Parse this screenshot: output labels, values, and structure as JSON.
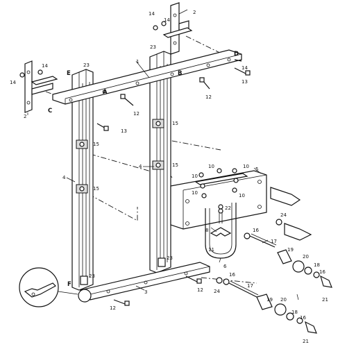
{
  "diagram": {
    "letter_callouts": [
      "A",
      "B",
      "C",
      "D",
      "E",
      "F"
    ],
    "part_callouts": [
      "1",
      "2",
      "3",
      "4",
      "5",
      "6",
      "8",
      "10",
      "11",
      "12",
      "13",
      "14",
      "15",
      "16",
      "17",
      "18",
      "19",
      "20",
      "21",
      "22",
      "23",
      "24"
    ]
  }
}
